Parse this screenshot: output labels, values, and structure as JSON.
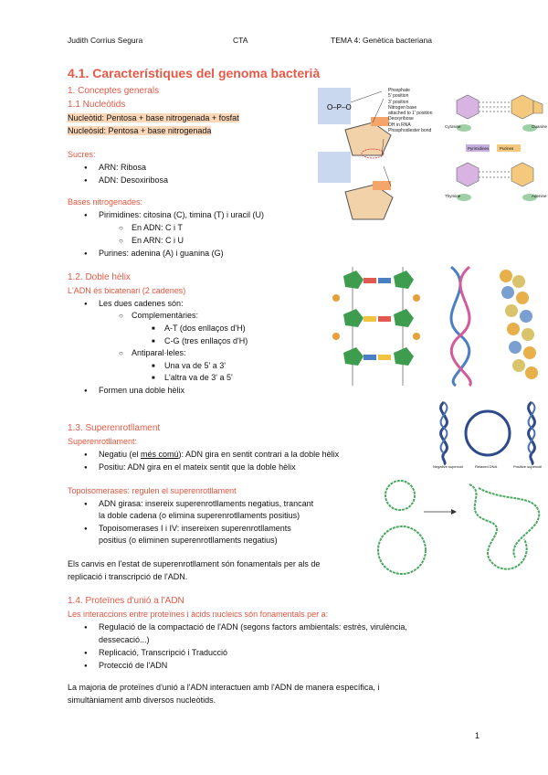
{
  "header": {
    "author": "Judith Corrius Segura",
    "course": "CTA",
    "topic": "TEMA 4: Genètica bacteriana"
  },
  "title": "4.1. Característiques del genoma bacterià",
  "s1": {
    "heading": "1. Conceptes generals",
    "sub": "1.1 Nucleòtids",
    "nucleotid": "Nucleòtid: Pentosa + base nitrogenada + fosfat",
    "nucleosid": "Nucleòsid: Pentosa + base nitrogenada",
    "sucres_label": "Sucres:",
    "sucres": [
      "ARN: Ribosa",
      "ADN: Desoxiribosa"
    ],
    "bases_label": "Bases nitrogenades:",
    "pirimidines": "Pirimidines: citosina (C), timina (T) i uracil (U)",
    "adn": "En ADN: C i T",
    "arn": "En ARN: C i U",
    "purines": "Purines: adenina (A) i guanina (G)"
  },
  "s2": {
    "heading": "1.2. Doble hèlix",
    "sub": "L'ADN és bicatenari (2 cadenes)",
    "b1": "Les dues cadenes són:",
    "comp": "Complementàries:",
    "at": "A-T (dos enllaços d'H)",
    "cg": "C-G (tres enllaços d'H)",
    "anti": "Antiparal·leles:",
    "a1": "Una va de 5' a 3'",
    "a2": "L'altra va de 3' a 5'",
    "b2": "Formen una doble hèlix"
  },
  "s3": {
    "heading": "1.3. Superenrotllament",
    "sub": "Superenrotllament:",
    "neg_pre": "Negatiu (el ",
    "neg_link": "més comú",
    "neg_post": "): ADN gira en sentit contrari a la doble hèlix",
    "pos": "Positiu: ADN gira en el mateix sentit que la doble hèlix",
    "topo": "Topoisomerases: regulen el superenrotllament",
    "g1": "ADN girasa: insereix superenrotllaments negatius, trancant",
    "g2": "la doble cadena (o elimina superenrotllaments positius)",
    "t1": "Topoisomerases I i IV: insereixen superenrotllaments",
    "t2": "positius (o eliminen superenrotllaments negatius)",
    "p1": "Els canvis en l'estat de superenrotllament són fonamentals per als de",
    "p2": "replicació i transcripció de l'ADN.",
    "fig_labels": [
      "Negative supercoil",
      "Relaxed DNA",
      "Positive supercoil"
    ]
  },
  "s4": {
    "heading": "1.4. Proteïnes d'unió a l'ADN",
    "sub": "Les interaccions entre proteïnes i àcids nucleics són fonamentals per a:",
    "r1": "Regulació de la compactació de l'ADN (segons factors ambientals: estrès, virulència,",
    "r2": "dessecació...)",
    "r3": "Replicació, Transcripció i Traducció",
    "r4": "Protecció de l'ADN",
    "p1": "La majoria de proteïnes d'unió a l'ADN interactuen amb l'ADN de manera específica, i",
    "p2": "simultàniament amb diversos nucleòtids."
  },
  "fig1": {
    "labels": [
      "Phosphate",
      "5' position",
      "3' position",
      "Nitrogen base attached to 1' position",
      "Deoxyribose",
      "OH in RNA",
      "Phosphodiester bond"
    ]
  },
  "fig2": {
    "labels": [
      "Cytosine",
      "Guanine",
      "Thymine",
      "Adenine",
      "Pyrimidines",
      "Purines"
    ]
  },
  "page_number": "1"
}
